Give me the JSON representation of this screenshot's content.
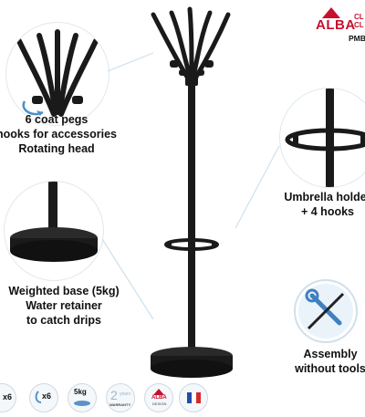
{
  "brand": {
    "name": "ALBA",
    "line1": "CL",
    "line2": "CL",
    "model": "PMB"
  },
  "callouts": {
    "pegs": [
      "6 coat pegs",
      "hooks for accessories",
      "Rotating head"
    ],
    "umbrella": [
      "Umbrella holder",
      "+ 4 hooks"
    ],
    "base": [
      "Weighted base (5kg)",
      "Water retainer",
      "to catch drips"
    ],
    "assembly": [
      "Assembly",
      "without tools"
    ]
  },
  "badges": {
    "pegs_count": "x6",
    "hooks_count": "x6",
    "weight": "5kg",
    "warranty_years": "2",
    "warranty_label": "years",
    "warranty_word": "WARRANTY",
    "design_brand": "ALBA",
    "design_label": "DESIGN"
  },
  "colors": {
    "brand_red": "#c8102e",
    "product_black": "#1a1a1a",
    "circle_border": "#dfe8ee",
    "badge_blue": "#5b93c7"
  }
}
